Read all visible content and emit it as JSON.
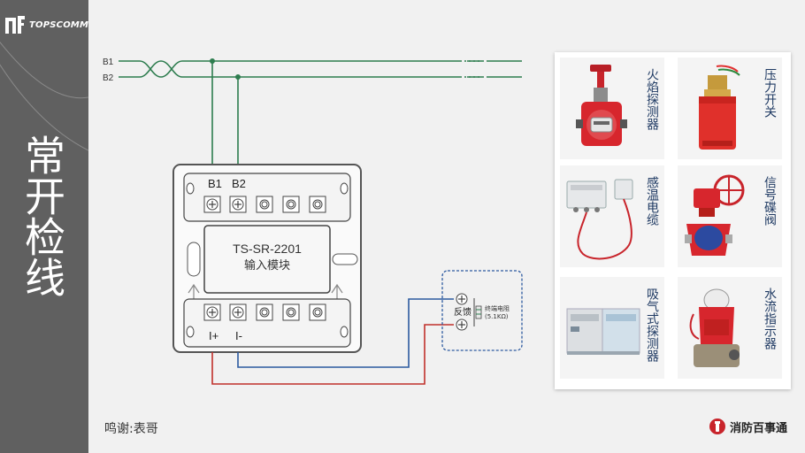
{
  "sidebar": {
    "logo_text": "TOPSCOMM",
    "title": "常开检线"
  },
  "diagram": {
    "bus_b1": "B1",
    "bus_b2": "B2",
    "module": {
      "top_b1": "B1",
      "top_b2": "B2",
      "model": "TS-SR-2201",
      "name": "输入模块",
      "bottom_ip": "I+",
      "bottom_im": "I-"
    },
    "eol": {
      "feedback": "反馈",
      "resistor": "终端电阻",
      "value": "(5.1KΩ)"
    },
    "colors": {
      "bus": "#2e7d4f",
      "blue_wire": "#2c5aa0",
      "red_wire": "#c0302b"
    }
  },
  "devices": [
    {
      "label": "火焰探测器"
    },
    {
      "label": "压力开关"
    },
    {
      "label": "感温电缆"
    },
    {
      "label": "信号碟阀"
    },
    {
      "label": "吸气式探测器"
    },
    {
      "label": "水流指示器"
    }
  ],
  "footer": {
    "credit": "鸣谢:表哥",
    "brand": "消防百事通"
  }
}
